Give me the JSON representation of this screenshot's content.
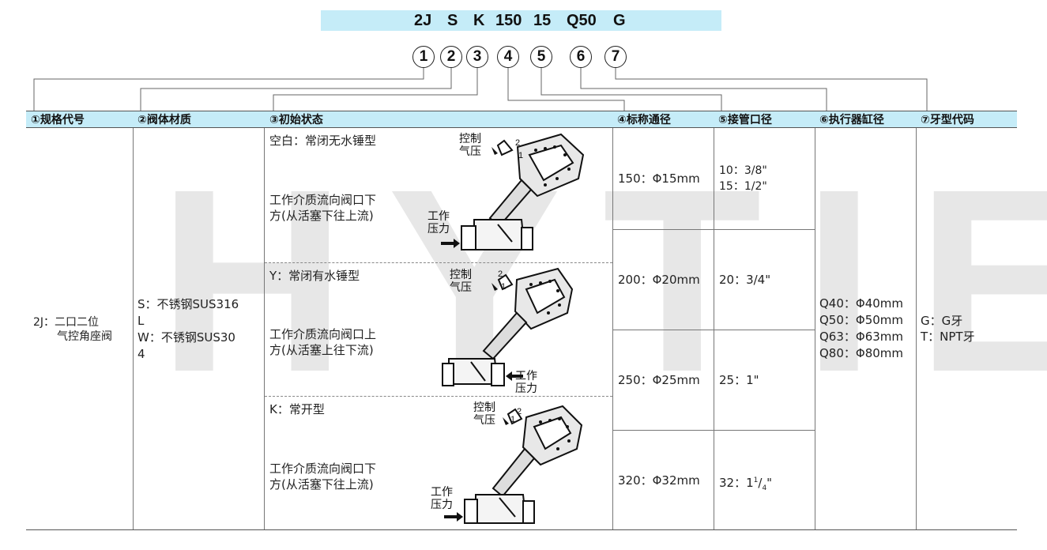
{
  "model_code": {
    "segments": [
      "2J",
      "S",
      "K",
      "150",
      "15",
      "Q50",
      "G"
    ],
    "markers": [
      "1",
      "2",
      "3",
      "4",
      "5",
      "6",
      "7"
    ]
  },
  "headers": [
    "①规格代号",
    "②阀体材质",
    "③初始状态",
    "④标称通径",
    "⑤接管口径",
    "⑥执行器缸径",
    "⑦牙型代码"
  ],
  "spec": {
    "line1": "2J：二口二位",
    "line2": "气控角座阀"
  },
  "material": {
    "line1": "S：不锈钢SUS316",
    "line2": "L",
    "line3": "W：不锈钢SUS30",
    "line4": "4"
  },
  "states": [
    {
      "title": "空白：常闭无水锤型",
      "desc1": "工作介质流向阀口下",
      "desc2": "方(从活塞下往上流)",
      "control_label": "控制",
      "control_label2": "气压",
      "work_label": "工作",
      "work_label2": "压力"
    },
    {
      "title": "Y：常闭有水锤型",
      "desc1": "工作介质流向阀口上",
      "desc2": "方(从活塞上往下流)",
      "control_label": "控制",
      "control_label2": "气压",
      "work_label": "工作",
      "work_label2": "压力"
    },
    {
      "title": "K：常开型",
      "desc1": "工作介质流向阀口下",
      "desc2": "方(从活塞下往上流)",
      "control_label": "控制",
      "control_label2": "气压",
      "work_label": "工作",
      "work_label2": "压力"
    }
  ],
  "nominal": [
    "150：Φ15mm",
    "200：Φ20mm",
    "250：Φ25mm",
    "320：Φ32mm"
  ],
  "pipe": [
    {
      "line1": "10：3/8\"",
      "line2": "15：1/2\""
    },
    {
      "line1": "20：3/4\""
    },
    {
      "line1": "25：1\""
    },
    {
      "line1": "32：1",
      "sup": "1",
      "slash": "/",
      "sub": "4",
      "tail": "\""
    }
  ],
  "cylinder": [
    "Q40：Φ40mm",
    "Q50：Φ50mm",
    "Q63：Φ63mm",
    "Q80：Φ80mm"
  ],
  "thread": [
    "G：G牙",
    "T：NPT牙"
  ],
  "watermark": "HYTIE",
  "colors": {
    "header_bg": "#c5ecf8",
    "line": "#777777"
  }
}
